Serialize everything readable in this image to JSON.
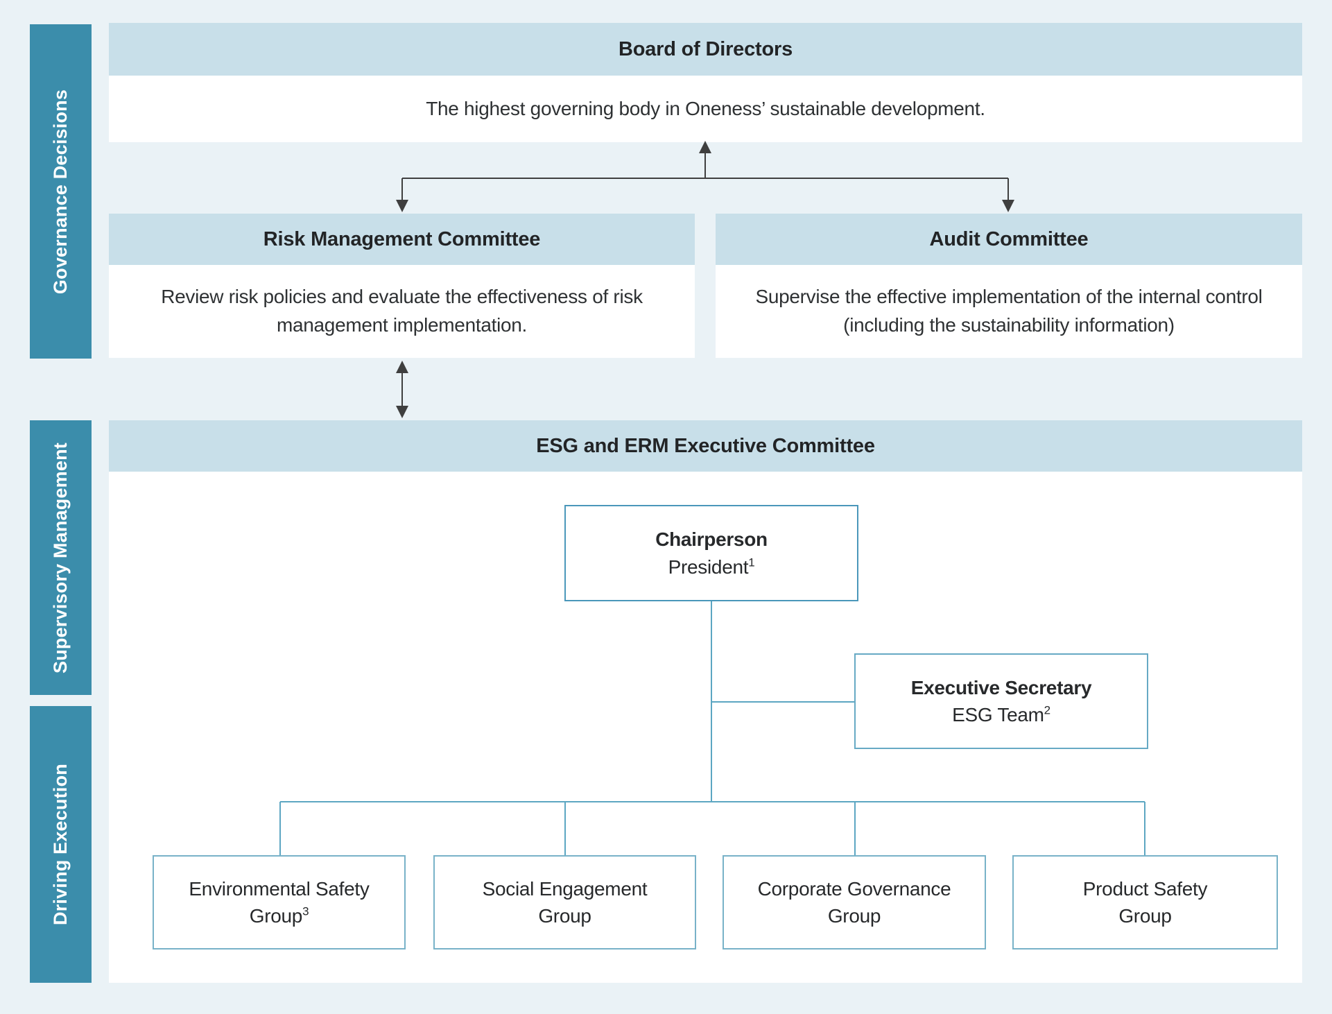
{
  "sidebar": {
    "bands": [
      {
        "label": "Governance Decisions"
      },
      {
        "label": "Supervisory Management"
      },
      {
        "label": "Driving Execution"
      }
    ]
  },
  "board": {
    "title": "Board of Directors",
    "description": "The highest governing body in Oneness’ sustainable development."
  },
  "committees": [
    {
      "title": "Risk Management Committee",
      "description": "Review risk policies and evaluate the effectiveness of risk management implementation."
    },
    {
      "title": "Audit Committee",
      "description": "Supervise the effective implementation of the internal control (including the sustainability information)"
    }
  ],
  "esg_committee": {
    "title": "ESG and ERM Executive Committee",
    "chairperson": {
      "role": "Chairperson",
      "holder": "President",
      "holder_sup": "1"
    },
    "executive_secretary": {
      "role": "Executive Secretary",
      "holder": "ESG Team",
      "holder_sup": "2"
    },
    "groups": [
      {
        "line1": "Environmental Safety",
        "line2": "Group",
        "sup": "3"
      },
      {
        "line1": "Social Engagement",
        "line2": "Group",
        "sup": ""
      },
      {
        "line1": "Corporate Governance",
        "line2": "Group",
        "sup": ""
      },
      {
        "line1": "Product Safety",
        "line2": "Group",
        "sup": ""
      }
    ]
  },
  "colors": {
    "page_background": "#eaf2f6",
    "band_teal": "#3b8dab",
    "header_blue": "#c8dfe9",
    "node_border_blue": "#4a97ba",
    "group_border_blue": "#78b2c8",
    "connector_blue": "#5ca6c2",
    "arrow_dark": "#3f3f3f"
  }
}
